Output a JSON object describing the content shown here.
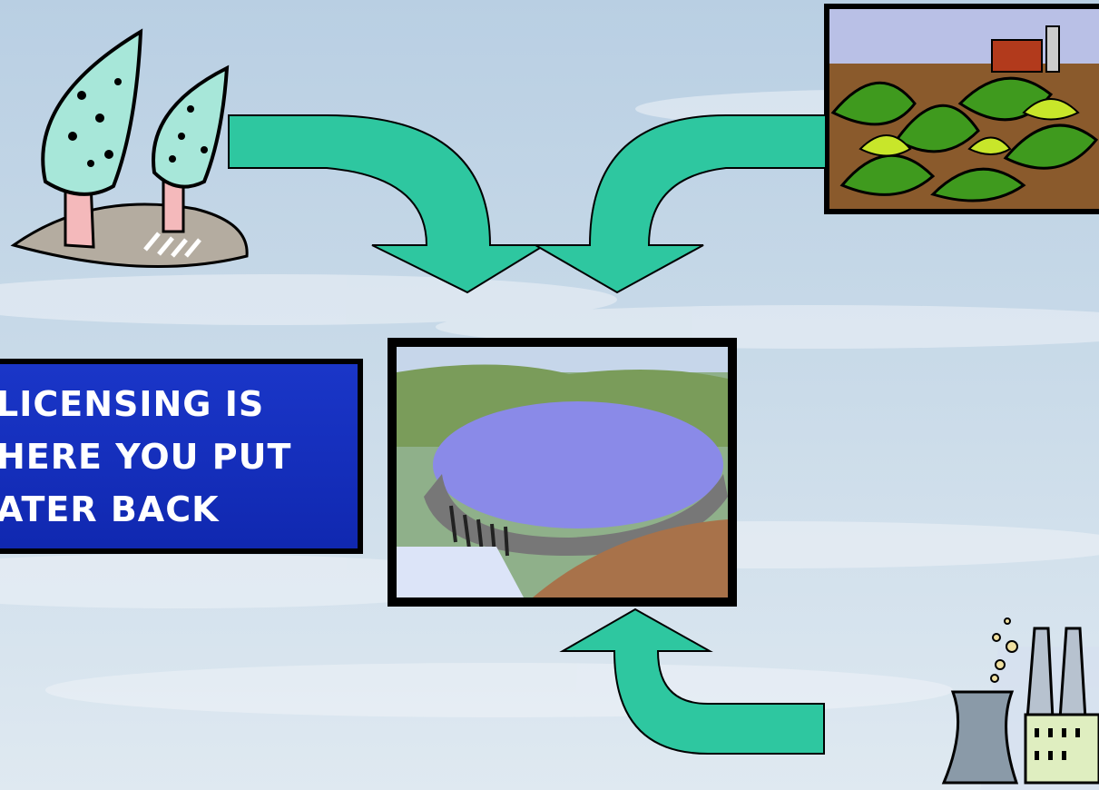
{
  "slide": {
    "callout": {
      "lines": [
        "LICENSING IS",
        "HERE YOU PUT",
        "ATER BACK"
      ]
    },
    "images": {
      "trees": "trees-clipart",
      "farm": "farm-field-clipart",
      "reservoir": "reservoir-dam-clipart",
      "factory": "factory-clipart"
    },
    "colors": {
      "arrow": "#2ec7a0",
      "callout_bg": "#1a36c8",
      "callout_text": "#ffffff",
      "sky": "#c9dcea"
    }
  }
}
